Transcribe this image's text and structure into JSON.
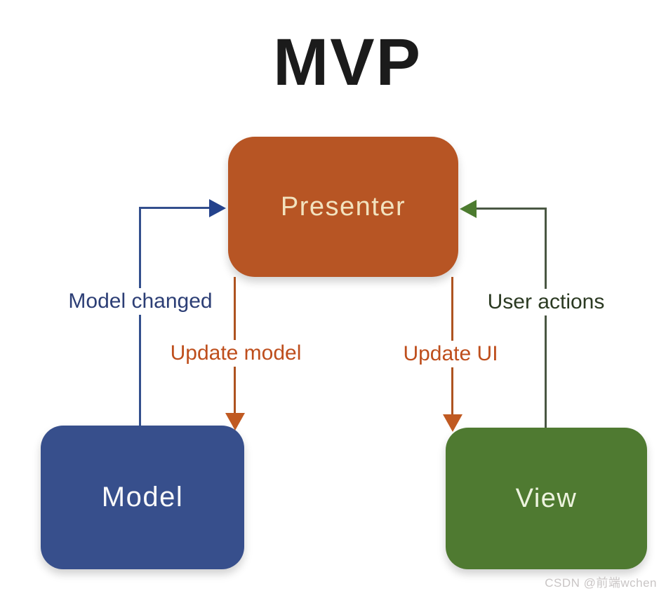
{
  "title": "MVP",
  "nodes": {
    "presenter": {
      "label": "Presenter",
      "fill": "#b75524",
      "text_color": "#f2e2be"
    },
    "model": {
      "label": "Model",
      "fill": "#374f8c",
      "text_color": "#fafafa"
    },
    "view": {
      "label": "View",
      "fill": "#4f7a31",
      "text_color": "#edf3df"
    }
  },
  "edges": {
    "model_changed": {
      "label": "Model changed",
      "direction": "model-to-presenter",
      "line_color": "#334f8d",
      "arrow_color": "#24428c",
      "label_color": "#2c3e75"
    },
    "update_model": {
      "label": "Update model",
      "direction": "presenter-to-model",
      "line_color": "#ae5320",
      "arrow_color": "#c05a22",
      "label_color": "#be4e1c"
    },
    "update_ui": {
      "label": "Update UI",
      "direction": "presenter-to-view",
      "line_color": "#ae5320",
      "arrow_color": "#c05a22",
      "label_color": "#be4e1c"
    },
    "user_actions": {
      "label": "User actions",
      "direction": "view-to-presenter",
      "line_color": "#4a5743",
      "arrow_color": "#4c7b2f",
      "label_color": "#2b3a22"
    }
  },
  "watermark": "CSDN @前端wchen"
}
